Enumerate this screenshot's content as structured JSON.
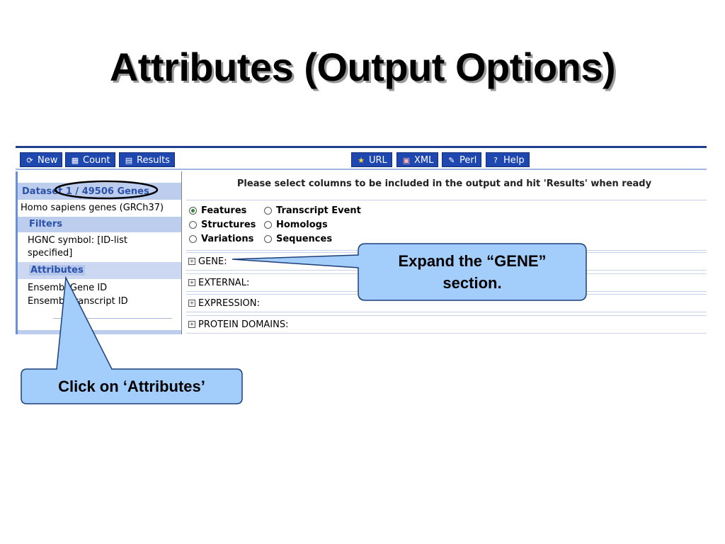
{
  "slide": {
    "title": "Attributes (Output Options)"
  },
  "toolbar": {
    "left_buttons": [
      {
        "label": "New",
        "icon": "refresh-icon"
      },
      {
        "label": "Count",
        "icon": "calculator-icon"
      },
      {
        "label": "Results",
        "icon": "table-icon"
      }
    ],
    "right_buttons": [
      {
        "label": "URL",
        "icon": "star-icon"
      },
      {
        "label": "XML",
        "icon": "xml-icon"
      },
      {
        "label": "Perl",
        "icon": "script-icon"
      },
      {
        "label": "Help",
        "icon": "help-icon"
      }
    ]
  },
  "sidebar": {
    "dataset_label": "Dataset 1 / 49506 Genes",
    "dataset_name": "Homo sapiens genes (GRCh37)",
    "filters_label": "Filters",
    "filter_value_line1": "HGNC symbol: [ID-list",
    "filter_value_line2": "specified]",
    "attributes_label": "Attributes",
    "attribute_items": [
      "Ensembl Gene ID",
      "Ensembl Transcript ID"
    ]
  },
  "main": {
    "header": "Please select columns to be included in the output and hit 'Results' when ready",
    "options": [
      {
        "label": "Features",
        "selected": true
      },
      {
        "label": "Transcript Event",
        "selected": false
      },
      {
        "label": "Structures",
        "selected": false
      },
      {
        "label": "Homologs",
        "selected": false
      },
      {
        "label": "Variations",
        "selected": false
      },
      {
        "label": "Sequences",
        "selected": false
      }
    ],
    "sections": [
      "GENE:",
      "EXTERNAL:",
      "EXPRESSION:",
      "PROTEIN DOMAINS:"
    ]
  },
  "callouts": {
    "gene": {
      "line1": "Expand the “GENE”",
      "line2": "section."
    },
    "attributes": {
      "text": "Click on ‘Attributes’"
    }
  },
  "colors": {
    "button_blue": "#1e48b0",
    "sidebar_header": "#bccdee",
    "callout_fill": "#a3cdfb",
    "callout_stroke": "#1d3f7a"
  }
}
